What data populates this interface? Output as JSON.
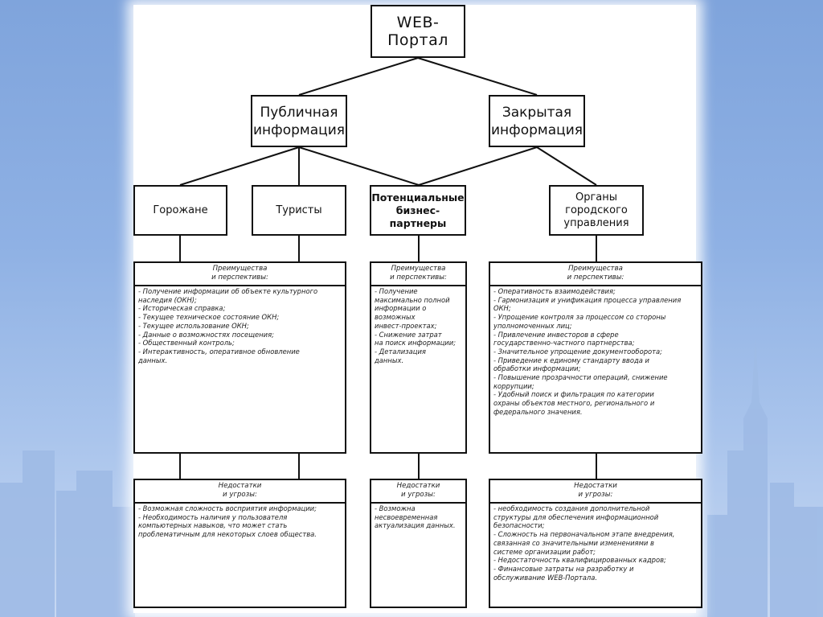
{
  "portal": {
    "title": "WEB-Портал"
  },
  "categories": {
    "public": {
      "label": "Публичная\nинформация"
    },
    "closed": {
      "label": "Закрытая\nинформация"
    }
  },
  "audiences": {
    "citizens": {
      "label": "Горожане"
    },
    "tourists": {
      "label": "Туристы"
    },
    "business": {
      "label": "Потенциальные\nбизнес-партнеры"
    },
    "government": {
      "label": "Органы\nгородского\nуправления"
    }
  },
  "panels": {
    "left_pros": {
      "heading": "Преимущества\nи перспективы:",
      "text": "- Получение информации об объекте культурного\nнаследия (ОКН);\n- Историческая справка;\n- Текущее техническое состояние ОКН;\n- Текущее использование ОКН;\n- Данные о возможностях посещения;\n- Общественный контроль;\n- Интерактивность, оперативное обновление\nданных."
    },
    "middle_pros": {
      "heading": "Преимущества\nи перспективы:",
      "text": "- Получение\nмаксимально полной\nинформации о\nвозможных\nинвест-проектах;\n- Снижение затрат\nна поиск информации;\n- Детализация\nданных."
    },
    "right_pros": {
      "heading": "Преимущества\nи перспективы:",
      "text": "- Оперативность взаимодействия;\n- Гармонизация и унификация процесса управления\nОКН;\n- Упрощение контроля за процессом со стороны\nуполномоченных лиц;\n- Привлечение инвесторов в сфере\nгосударственно-частного партнерства;\n- Значительное упрощение документооборота;\n- Приведение к единому стандарту ввода и\nобработки информации;\n- Повышение прозрачности операций, снижение\nкоррупции;\n- Удобный поиск и фильтрация по категории\nохраны объектов местного, регионального и\nфедерального значения."
    },
    "left_cons": {
      "heading": "Недостатки\nи угрозы:",
      "text": "- Возможная сложность восприятия информации;\n- Необходимость наличия у пользователя\nкомпьютерных навыков, что может стать\nпроблематичным для некоторых слоев общества."
    },
    "middle_cons": {
      "heading": "Недостатки\nи угрозы:",
      "text": "- Возможна\nнесвоевременная\nактуализация данных."
    },
    "right_cons": {
      "heading": "Недостатки\nи угрозы:",
      "text": "- необходимость создания дополнительной\nструктуры для обеспечения информационной\nбезопасности;\n- Сложность на первоначальном этапе внедрения,\nсвязанная со значительными изменениями в\nсистеме организации работ;\n- Недостаточность квалифицированных кадров;\n- Финансовые затраты на разработку и\nобслуживание WEB-Портала."
    }
  }
}
